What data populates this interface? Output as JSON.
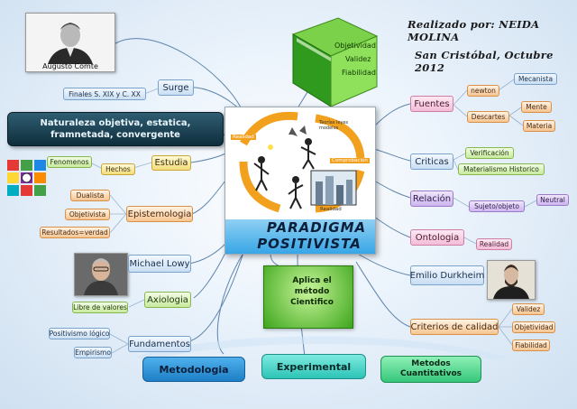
{
  "credits": {
    "line1": "Realizado por: NEIDA MOLINA",
    "line2": "San Cristóbal, Octubre 2012"
  },
  "center": {
    "title_line1": "PARADIGMA",
    "title_line2": "POSITIVISTA",
    "art_labels": [
      "Realidad",
      "Teorías leyes modelos",
      "Realidad",
      "Comprobación"
    ]
  },
  "left": {
    "comte_caption": "Augusto Comte",
    "surge": {
      "label": "Surge",
      "child": "Finales S. XIX y C. XX"
    },
    "naturaleza": "Naturaleza objetiva, estatica, framnetada, convergente",
    "estudia": {
      "label": "Estudia",
      "child": "Hechos",
      "grandchild": "Fenomenos"
    },
    "epistemologia": {
      "label": "Epistemologia",
      "children": [
        "Dualista",
        "Objetivista",
        "Resultados=verdad"
      ]
    },
    "lowy": "Michael Lowy",
    "axiologia": {
      "label": "Axiologia",
      "child": "Libre de valores"
    },
    "fundamentos": {
      "label": "Fundamentos",
      "children": [
        "Positivismo lógico",
        "Empirismo"
      ]
    }
  },
  "book": {
    "lines": [
      "Objetividad",
      "Validez",
      "Fiabilidad"
    ]
  },
  "right": {
    "fuentes": {
      "label": "Fuentes",
      "newton": "newton",
      "mecanista": "Mecanista",
      "descartes": "Descartes",
      "mente": "Mente",
      "materia": "Materia"
    },
    "criticas": {
      "label": "Criticas",
      "children": [
        "Verificación",
        "Materialismo Historico"
      ]
    },
    "relacion": {
      "label": "Relación",
      "child": "Sujeto/objeto",
      "grandchild": "Neutral"
    },
    "ontologia": {
      "label": "Ontologia",
      "child": "Realidad"
    },
    "durkheim": "Emilio Durkheim",
    "criterios": {
      "label": "Criterios de calidad",
      "children": [
        "Validez",
        "Objetividad",
        "Fiabilidad"
      ]
    }
  },
  "aplica": "Aplica el método Cientifico",
  "bottom": {
    "metodologia": "Metodologia",
    "experimental": "Experimental",
    "metodos": "Metodos Cuantitativos"
  }
}
